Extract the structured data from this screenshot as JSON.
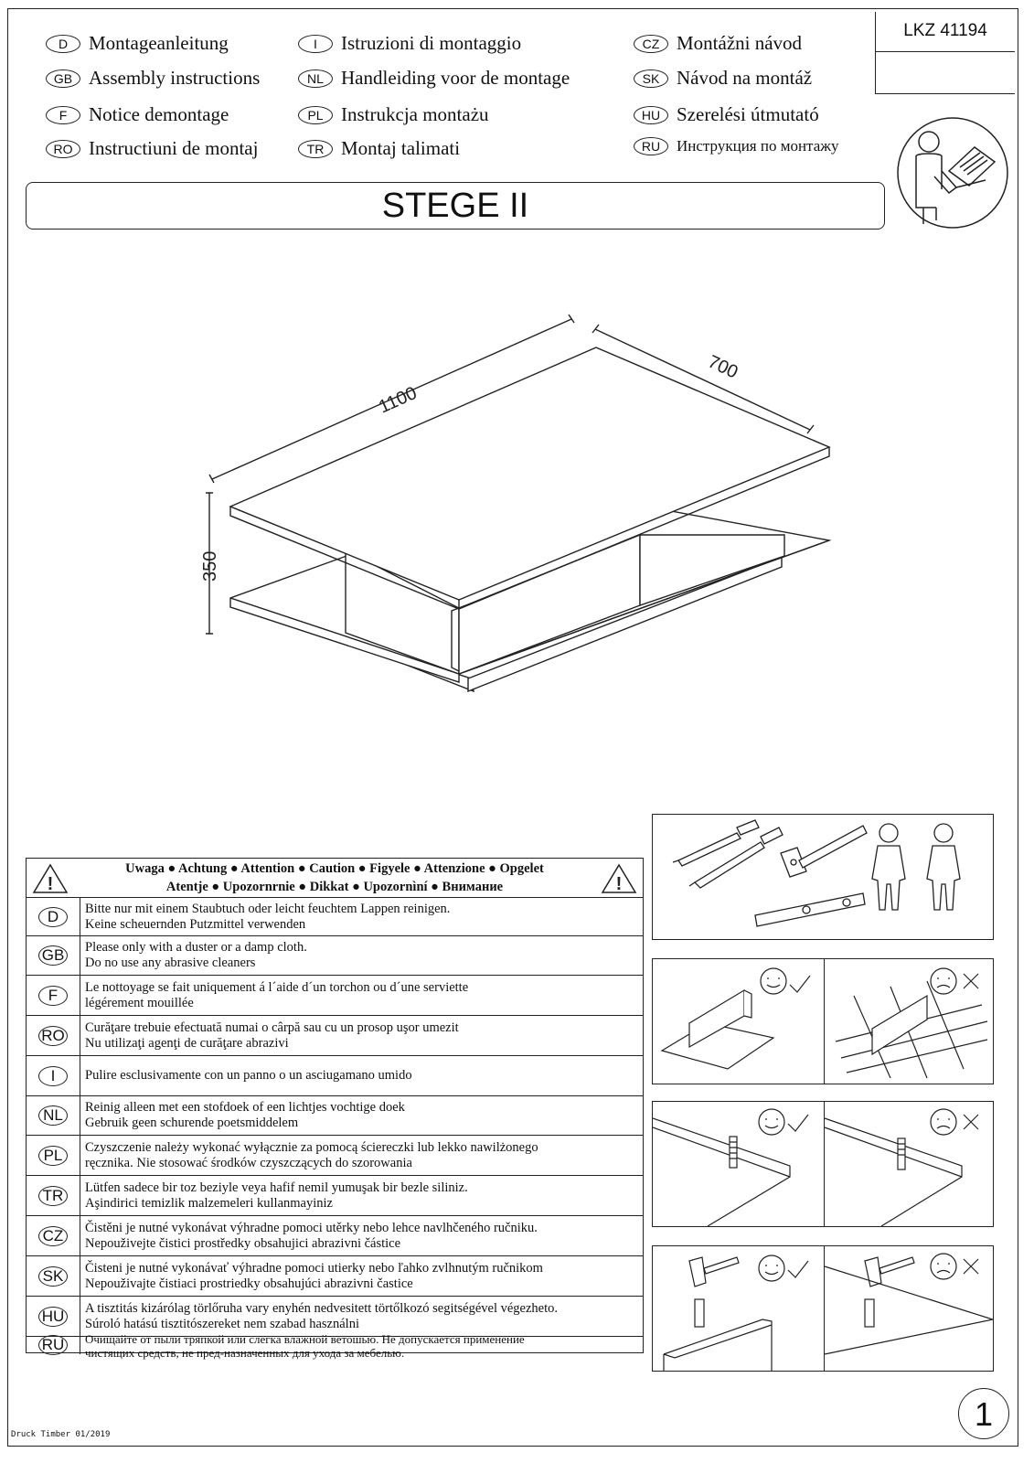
{
  "languages": [
    {
      "code": "D",
      "label": "Montageanleitung"
    },
    {
      "code": "GB",
      "label": "Assembly instructions"
    },
    {
      "code": "F",
      "label": "Notice demontage"
    },
    {
      "code": "RO",
      "label": "Instructiuni de montaj"
    },
    {
      "code": "I",
      "label": "Istruzioni di montaggio"
    },
    {
      "code": "NL",
      "label": "Handleiding voor de montage"
    },
    {
      "code": "PL",
      "label": "Instrukcja montażu"
    },
    {
      "code": "TR",
      "label": "Montaj talimati"
    },
    {
      "code": "CZ",
      "label": "Montážni návod"
    },
    {
      "code": "SK",
      "label": "Návod na montáž"
    },
    {
      "code": "HU",
      "label": "Szerelési útmutató"
    },
    {
      "code": "RU",
      "label": "Инструкция по монтажу"
    }
  ],
  "article_code": "LKZ 41194",
  "product_title": "STEGE II",
  "dimensions": {
    "width": "1100",
    "depth": "700",
    "height": "350"
  },
  "warning": {
    "line1": "Uwaga ● Achtung ● Attention ● Caution ● Figyele ● Attenzione ● Opgelet",
    "line2": "Atentje ● Upozornrnie ● Dikkat ● Upozornìní ● Внимание",
    "items": [
      {
        "code": "D",
        "line1": "Bitte nur mit einem Staubtuch oder leicht feuchtem Lappen reinigen.",
        "line2": "Keine scheuernden Putzmittel verwenden"
      },
      {
        "code": "GB",
        "line1": "Please only with a duster or a damp cloth.",
        "line2": "Do no use any abrasive cleaners"
      },
      {
        "code": "F",
        "line1": "Le nottoyage se fait uniquement á l´aide d´un torchon ou d´une serviette",
        "line2": "légérement mouillée"
      },
      {
        "code": "RO",
        "line1": "Curăţare trebuie efectuată numai o cârpă sau cu un prosop uşor umezit",
        "line2": "Nu utilizaţi agenţi de curăţare abrazivi"
      },
      {
        "code": "I",
        "line1": "Pulire esclusivamente con un panno o un asciugamano umido",
        "line2": ""
      },
      {
        "code": "NL",
        "line1": "Reinig alleen met een stofdoek of een lichtjes vochtige doek",
        "line2": "Gebruik geen schurende poetsmiddelem"
      },
      {
        "code": "PL",
        "line1": "Czyszczenie należy wykonać wyłącznie za pomocą ściereczki lub lekko nawilżonego",
        "line2": "ręcznika. Nie stosować środków czyszczących do szorowania"
      },
      {
        "code": "TR",
        "line1": "Lütfen sadece bir toz beziyle veya hafif nemil yumuşak bir bezle siliniz.",
        "line2": "Aşindirici temizlik malzemeleri kullanmayiniz"
      },
      {
        "code": "CZ",
        "line1": "Čistěni je nutné vykonávat výhradne pomoci utěrky nebo lehce navlhčeného ručniku.",
        "line2": "Nepouživejte čistici prostředky obsahujici abrazivni částice"
      },
      {
        "code": "SK",
        "line1": "Čisteni je nutné vykonávať výhradne pomoci utierky nebo ľahko zvlhnutým ručnikom",
        "line2": "Nepouživajte čistiaci prostriedky obsahujúci abrazivni častice"
      },
      {
        "code": "HU",
        "line1": "A tisztitás kizárólag törlőruha vary enyhén nedvesitett törtőlkozó segitségével végezheto.",
        "line2": "Súroló hatású tisztitószereket nem szabad használni"
      },
      {
        "code": "RU",
        "line1": "Очищайте от пыли тряпкой или слегка влажной ветошью. Не допускается применение",
        "line2": "чистящих средств, не пред-назначенных для ухода за мебелью."
      }
    ]
  },
  "icons": {
    "reader": "reader-with-manual-icon",
    "warning": "warning-triangle-icon",
    "tools": [
      "screwdriver-icon",
      "hammer-icon",
      "spirit-level-icon",
      "person-icon"
    ]
  },
  "page_number": "1",
  "print_info": "Druck Timber 01/2019"
}
